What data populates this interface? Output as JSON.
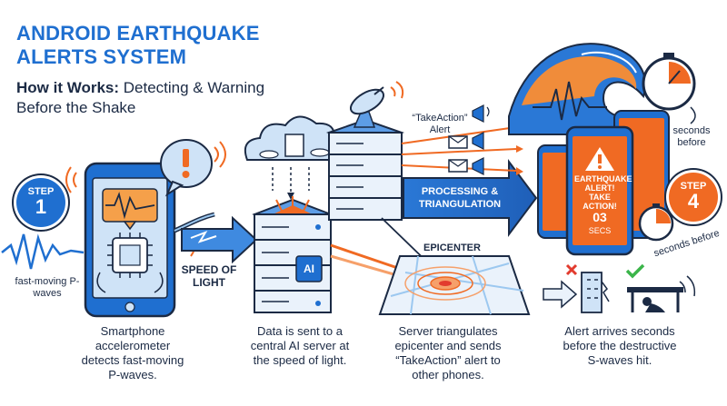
{
  "header": {
    "title": "ANDROID EARTHQUAKE ALERTS SYSTEM",
    "subtitle_bold": "How it Works:",
    "subtitle_rest": " Detecting & Warning Before the Shake"
  },
  "steps": {
    "step1": {
      "word": "STEP",
      "number": "1"
    },
    "step4": {
      "word": "STEP",
      "number": "4"
    }
  },
  "labels": {
    "p_waves": "fast-moving P-waves",
    "speed_of_light": "SPEED OF LIGHT",
    "processing": "PROCESSING & TRIANGULATION",
    "epicenter": "EPICENTER",
    "takeaction": "“TakeAction” Alert",
    "seconds_before_top": "seconds before",
    "seconds_before_bottom": "seconds before",
    "ai": "AI"
  },
  "phone_alert": {
    "main": "EARTHQUAKE ALERT! TAKE ACTION!",
    "count": "03",
    "unit": "SECS"
  },
  "captions": {
    "c1": "Smartphone accelerometer detects fast-moving P-waves.",
    "c2": "Data is sent to a central AI server at the speed of light.",
    "c3": "Server triangulates epicenter and sends “TakeAction” alert to other phones.",
    "c4": "Alert arrives seconds before the destructive S-waves hit."
  },
  "colors": {
    "blue": "#1f6fd0",
    "dark": "#1b2a44",
    "orange": "#f06a23",
    "light_blue": "#cfe3f7",
    "green": "#3bb54a",
    "red": "#e23b2e"
  }
}
